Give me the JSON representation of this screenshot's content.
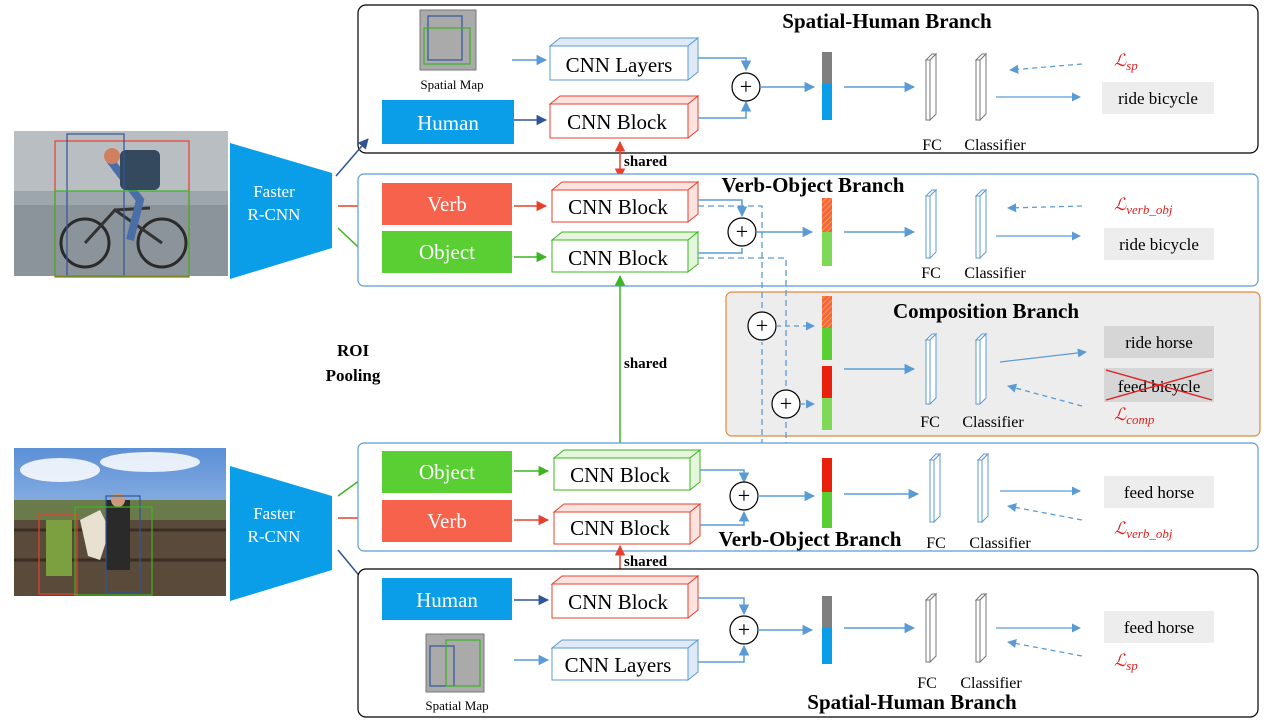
{
  "colors": {
    "human": "#0a9ee8",
    "verb": "#f6624c",
    "object": "#5acf33",
    "arrow_blue": "#5b9bd5",
    "arrow_dark": "#2f5597",
    "loss": "#e02020",
    "composition_bg": "#ededed",
    "composition_border": "#e08a3c"
  },
  "top": {
    "spatial_branch_title": "Spatial-Human Branch",
    "spatial_map_label": "Spatial Map",
    "human_label": "Human",
    "cnn_layers_label": "CNN Layers",
    "cnn_block_label": "CNN Block",
    "fc_label": "FC",
    "classifier_label": "Classifier",
    "loss_sp": "sp",
    "output_sp": "ride bicycle",
    "shared_label": "shared",
    "faster_rcnn_line1": "Faster",
    "faster_rcnn_line2": "R-CNN",
    "verb_object_title": "Verb-Object Branch",
    "verb_label": "Verb",
    "object_label": "Object",
    "loss_vo": "verb_obj",
    "output_vo": "ride bicycle"
  },
  "middle": {
    "roi_line1": "ROI",
    "roi_line2": "Pooling",
    "shared_label": "shared",
    "composition_title": "Composition Branch",
    "output_ok": "ride horse",
    "output_crossed": "feed bicycle",
    "loss_comp": "comp",
    "fc_label": "FC",
    "classifier_label": "Classifier"
  },
  "bottom": {
    "faster_rcnn_line1": "Faster",
    "faster_rcnn_line2": "R-CNN",
    "object_label": "Object",
    "verb_label": "Verb",
    "cnn_block_label": "CNN Block",
    "verb_object_title": "Verb-Object Branch",
    "fc_label": "FC",
    "classifier_label": "Classifier",
    "output_vo": "feed horse",
    "loss_vo": "verb_obj",
    "shared_label": "shared",
    "human_label": "Human",
    "cnn_layers_label": "CNN Layers",
    "spatial_map_label": "Spatial Map",
    "output_sp": "feed horse",
    "loss_sp": "sp",
    "spatial_branch_title": "Spatial-Human Branch"
  }
}
